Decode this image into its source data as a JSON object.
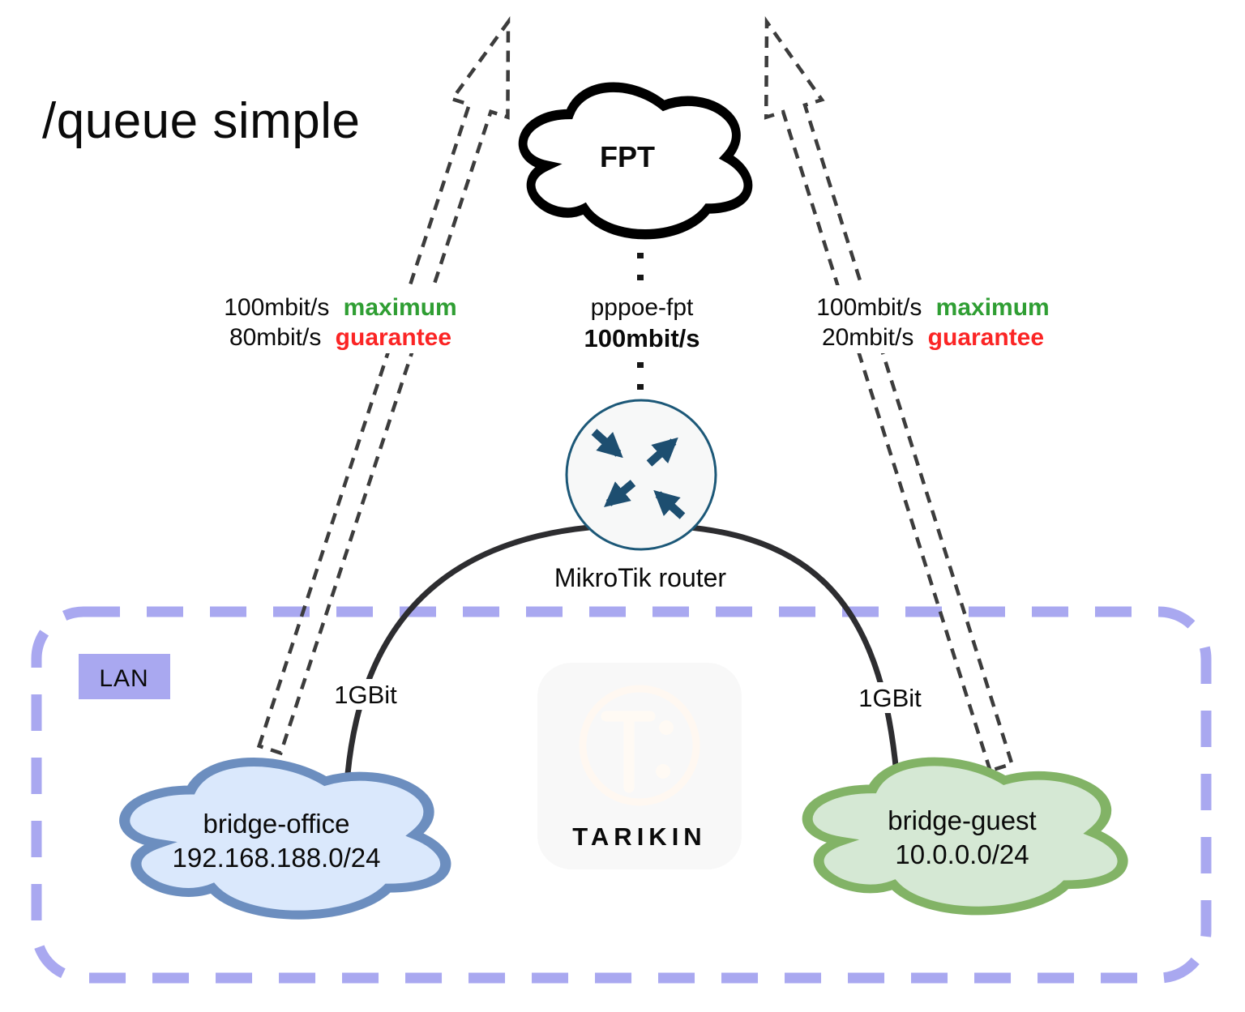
{
  "title": "/queue simple",
  "internet": {
    "label": "FPT"
  },
  "wan_link": {
    "interface": "pppoe-fpt",
    "bandwidth": "100mbit/s"
  },
  "office_queue": {
    "max": "100mbit/s",
    "max_tag": "maximum",
    "guaranteed": "80mbit/s",
    "guaranteed_tag": "guarantee"
  },
  "guest_queue": {
    "max": "100mbit/s",
    "max_tag": "maximum",
    "guaranteed": "20mbit/s",
    "guaranteed_tag": "guarantee"
  },
  "router": {
    "label": "MikroTik router"
  },
  "lan": {
    "label": "LAN"
  },
  "office_network": {
    "name": "bridge-office",
    "subnet": "192.168.188.0/24",
    "link_speed": "1GBit"
  },
  "guest_network": {
    "name": "bridge-guest",
    "subnet": "10.0.0.0/24",
    "link_speed": "1GBit"
  },
  "watermark": {
    "text": "TARIKIN"
  },
  "colors": {
    "green": "#2f9e33",
    "red": "#fb2525",
    "lavender": "#a9a8f0",
    "office_fill": "#dae8fc",
    "office_stroke": "#6c8ebf",
    "guest_fill": "#d5e8d4",
    "guest_stroke": "#82b366",
    "router_teal": "#1d4e70"
  }
}
